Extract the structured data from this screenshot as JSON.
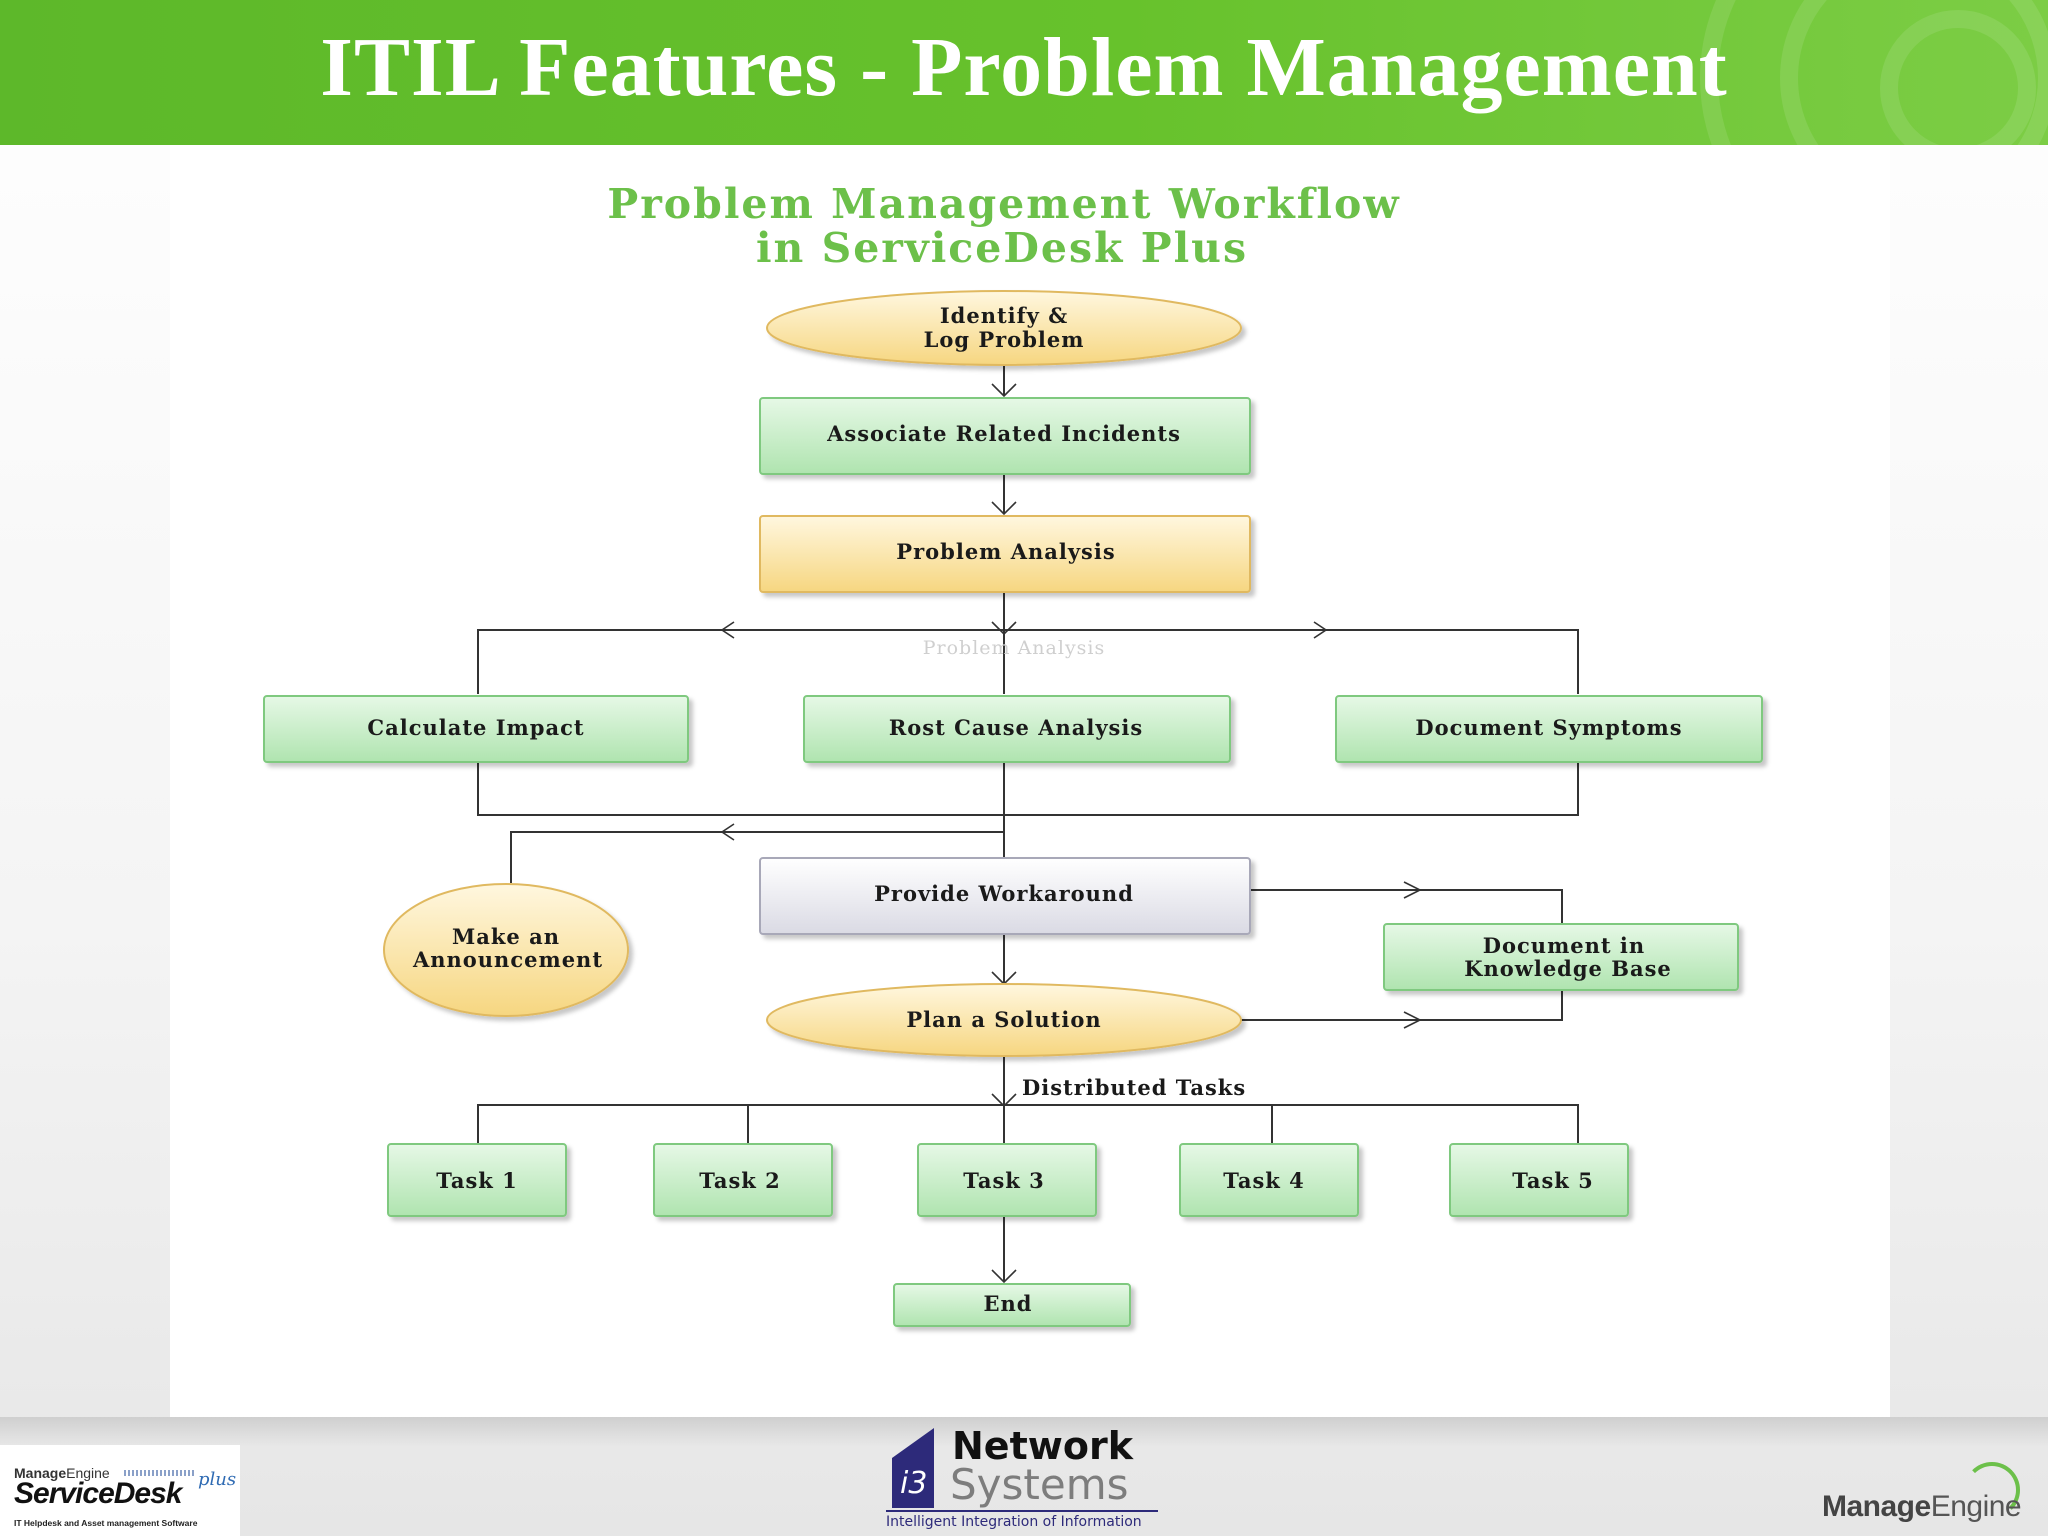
{
  "slide": {
    "title": "ITIL Features - Problem Management"
  },
  "workflow": {
    "title_line1": "Problem Management Workflow",
    "title_line2": "in ServiceDesk Plus",
    "nodes": {
      "identify": [
        "Identify &",
        "Log Problem"
      ],
      "associate": "Associate Related Incidents",
      "analysis": "Problem Analysis",
      "analysis_faint": "Problem Analysis",
      "impact": "Calculate Impact",
      "rca": "Rost Cause Analysis",
      "symptoms": "Document Symptoms",
      "workaround": "Provide Workaround",
      "announce": [
        "Make an",
        "Announcement"
      ],
      "kb": [
        "Document in",
        "Knowledge Base"
      ],
      "plan": "Plan a Solution",
      "distributed": "Distributed Tasks",
      "task1": "Task 1",
      "task2": "Task 2",
      "task3": "Task 3",
      "task4": "Task 4",
      "task5": "Task 5",
      "end": "End"
    },
    "colors": {
      "green_box_top": "#e4f7e4",
      "green_box_bottom": "#b3e6b3",
      "green_border": "#7fc97f",
      "yellow_top": "#fff6dc",
      "yellow_bottom": "#f7d98a",
      "yellow_border": "#e0b960",
      "gray_top": "#ffffff",
      "gray_bottom": "#dcdce6",
      "gray_border": "#a8a8b8",
      "title_green": "#6cc04a"
    }
  },
  "footer": {
    "left": {
      "brand_small_bold": "Manage",
      "brand_small": "Engine",
      "product": "ServiceDesk",
      "plus": "plus",
      "tagline": "IT Helpdesk and Asset management Software"
    },
    "center": {
      "i3": "i3",
      "network": "Network",
      "systems": "Systems",
      "tagline": "Intelligent Integration of Information"
    },
    "right": {
      "brand_bold": "Manage",
      "brand": "Engine"
    }
  }
}
